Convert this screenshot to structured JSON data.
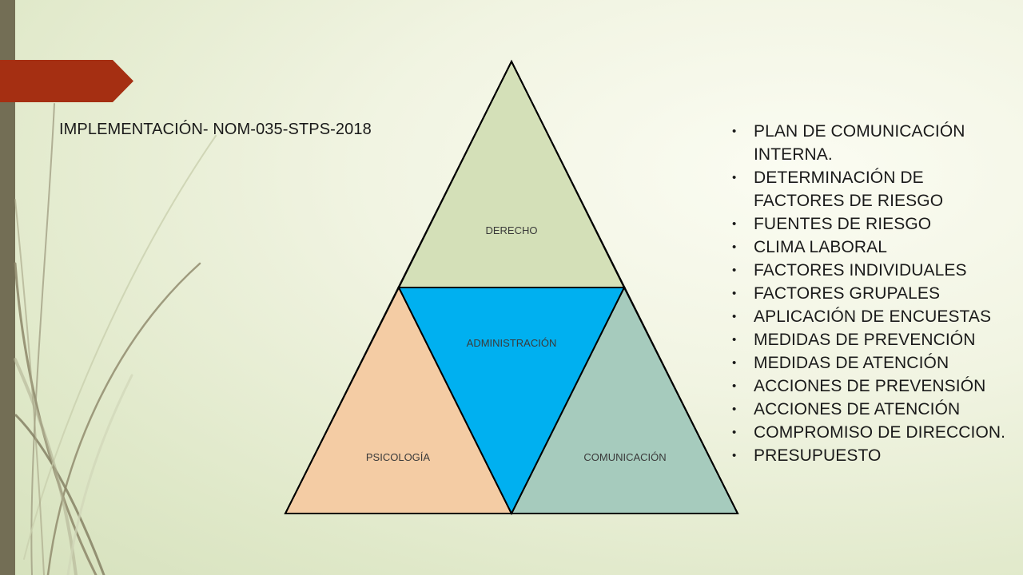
{
  "slide": {
    "title": "IMPLEMENTACIÓN- NOM-035-STPS-2018",
    "pyramid": {
      "top_label": "DERECHO",
      "center_label": "ADMINISTRACIÓN",
      "left_label": "PSICOLOGÍA",
      "right_label": "COMUNICACIÓN",
      "colors": {
        "top": "#d4e0b8",
        "center": "#00b0f0",
        "left": "#f4cca4",
        "right": "#a6cbbd",
        "outline": "#000000"
      }
    },
    "bullet_char": "•",
    "bullets": [
      "PLAN DE COMUNICACIÓN INTERNA.",
      "DETERMINACIÓN DE FACTORES DE RIESGO",
      "FUENTES DE RIESGO",
      "CLIMA LABORAL",
      "FACTORES INDIVIDUALES",
      "FACTORES GRUPALES",
      "APLICACIÓN DE ENCUESTAS",
      "MEDIDAS DE PREVENCIÓN",
      "MEDIDAS DE ATENCIÓN",
      "ACCIONES DE PREVENSIÓN",
      "ACCIONES DE ATENCIÓN",
      "COMPROMISO DE DIRECCION.",
      "PRESUPUESTO"
    ],
    "accent_colors": {
      "left_bar": "#736e55",
      "tab": "#a52f12",
      "grass": "#8c8668"
    }
  }
}
